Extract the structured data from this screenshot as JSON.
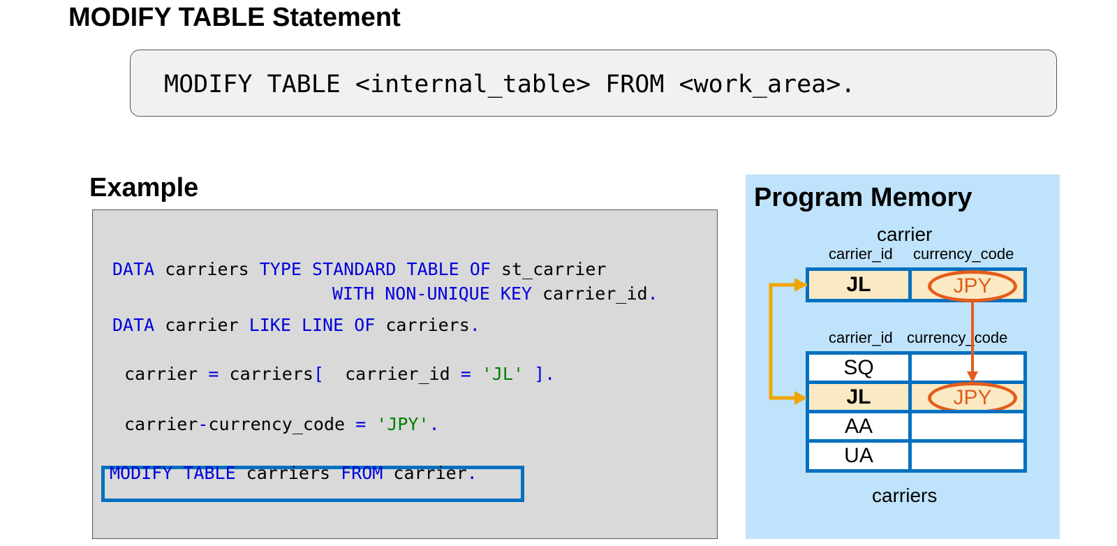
{
  "title": "MODIFY TABLE Statement",
  "syntax": "MODIFY TABLE <internal_table> FROM <work_area>.",
  "example_heading": "Example",
  "code": {
    "line1": {
      "kw1": "DATA",
      "t1": " carriers ",
      "kw2": "TYPE STANDARD TABLE OF",
      "t2": " st_carrier"
    },
    "line2": {
      "kw1": "WITH NON-UNIQUE KEY",
      "t1": " carrier_id",
      "op": "."
    },
    "line3": {
      "kw1": "DATA",
      "t1": " carrier ",
      "kw2": "LIKE LINE OF",
      "t2": " carriers",
      "op": "."
    },
    "line4": {
      "t1": "carrier ",
      "op1": "=",
      "t2": " carriers",
      "op2": "[",
      "t3": "  carrier_id ",
      "op3": "=",
      "sp": " ",
      "str": "'JL'",
      "op4": " ]."
    },
    "line5": {
      "t1": "carrier",
      "op1": "-",
      "t2": "currency_code ",
      "op2": "=",
      "sp": " ",
      "str": "'JPY'",
      "op3": "."
    },
    "line6": {
      "kw1": "MODIFY TABLE",
      "t1": " carriers ",
      "kw2": "FROM",
      "t2": " carrier",
      "op": "."
    }
  },
  "memory": {
    "title": "Program Memory",
    "work_area_label": "carrier",
    "col_headers": {
      "carrier_id": "carrier_id",
      "currency_code": "currency_code"
    },
    "work_area_row": {
      "carrier_id": "JL",
      "currency_code": "JPY"
    },
    "table_label": "carriers",
    "table_rows": [
      {
        "carrier_id": "SQ",
        "currency_code": ""
      },
      {
        "carrier_id": "JL",
        "currency_code": "JPY"
      },
      {
        "carrier_id": "AA",
        "currency_code": ""
      },
      {
        "carrier_id": "UA",
        "currency_code": ""
      }
    ]
  },
  "colors": {
    "keyword": "#0000dd",
    "string": "#008000",
    "highlight_border": "#0070c0",
    "memory_bg": "#bfe3fa",
    "arrow_orange": "#e35d1c",
    "arrow_gold": "#f0a500",
    "row_highlight": "#fbe9c4"
  }
}
